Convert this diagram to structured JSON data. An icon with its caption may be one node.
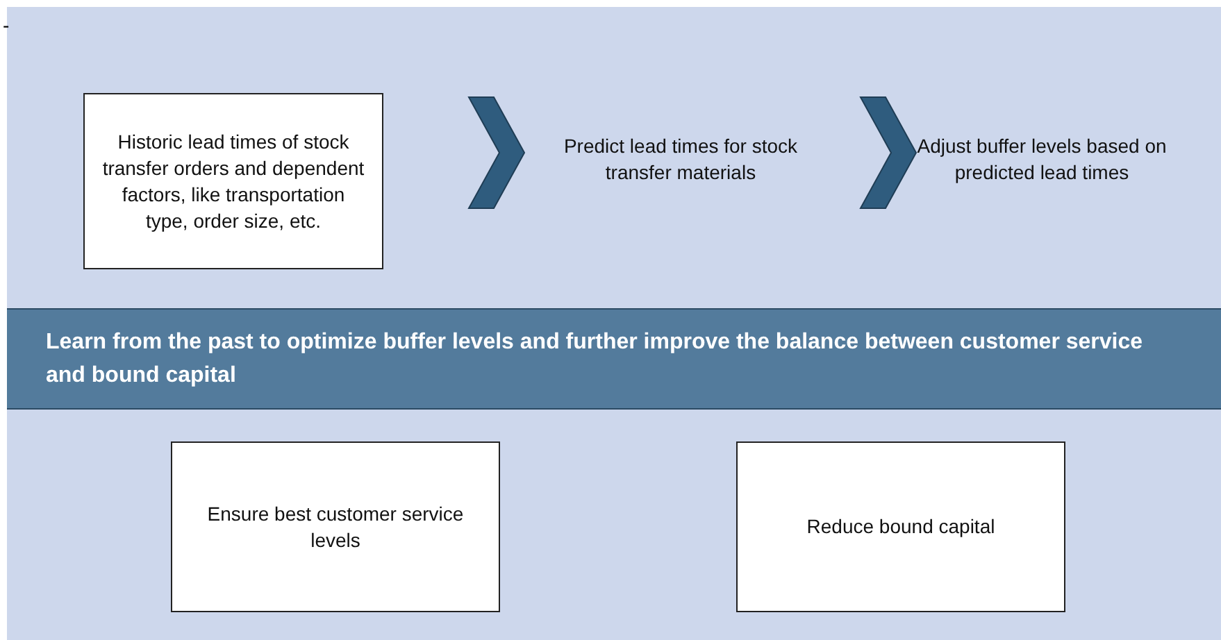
{
  "diagram": {
    "nodes": [
      {
        "text": [
          "Historic lead times of stock transfer orders and dependent factors, like transportation type, order size, etc."
        ]
      },
      {
        "text": [
          "Predict lead times for stock transfer materials"
        ]
      },
      {
        "text": [
          "Adjust buffer levels based on predicted lead times"
        ]
      },
      {
        "text": [
          "Learn from the past to optimize buffer levels and further improve the balance between customer service and bound capital"
        ]
      },
      {
        "text": [
          "Ensure best customer service levels"
        ]
      },
      {
        "text": [
          "Reduce bound capital"
        ]
      }
    ],
    "edges": [
      {
        "from": 0,
        "to": 1,
        "arrow": "to"
      },
      {
        "from": 1,
        "to": 2,
        "arrow": "to"
      }
    ],
    "labels": [
      "-"
    ]
  }
}
